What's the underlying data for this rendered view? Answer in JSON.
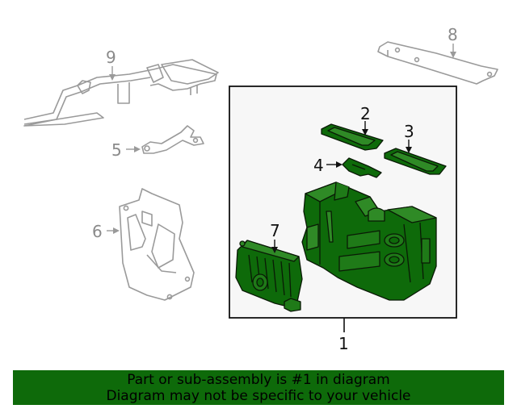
{
  "callouts": {
    "c1": "1",
    "c2": "2",
    "c3": "3",
    "c4": "4",
    "c5": "5",
    "c6": "6",
    "c7": "7",
    "c8": "8",
    "c9": "9"
  },
  "banner": {
    "line1": "Part or sub-assembly is #1 in diagram",
    "line2": "Diagram may not be specific to your vehicle"
  },
  "colors": {
    "highlight_fill": "#0e6a0a",
    "context_line": "#9a9a9a",
    "box_background": "#f7f7f7"
  }
}
